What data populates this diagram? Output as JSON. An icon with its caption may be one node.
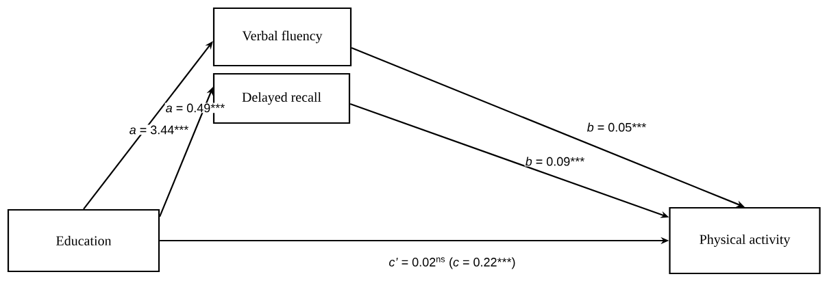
{
  "diagram": {
    "nodes": [
      {
        "text": [
          "Verbal fluency"
        ]
      },
      {
        "text": [
          "Delayed recall"
        ]
      },
      {
        "text": [
          "Education"
        ]
      },
      {
        "text": [
          "Physical activity"
        ]
      }
    ],
    "edges": [
      {
        "from": 2,
        "to": 0,
        "arrow": "to",
        "label": "*a* = 3.44***"
      },
      {
        "from": 2,
        "to": 1,
        "arrow": "to",
        "label": "*a* = 0.49***"
      },
      {
        "from": 0,
        "to": 3,
        "arrow": "to",
        "label": "*b* = 0.05***"
      },
      {
        "from": 1,
        "to": 3,
        "arrow": "to",
        "label": "*b* = 0.09***"
      },
      {
        "from": 2,
        "to": 3,
        "arrow": "to",
        "label": "*c’* = 0.02$^{ns}$ (*c* = 0.22***)"
      }
    ]
  }
}
